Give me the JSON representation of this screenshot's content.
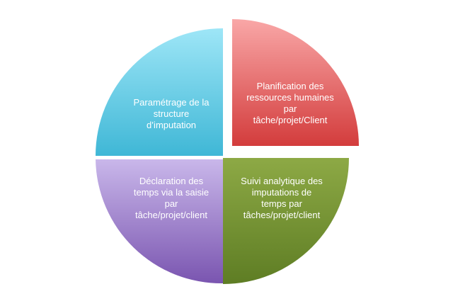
{
  "diagram": {
    "quadrants": [
      {
        "id": "top-left",
        "text": "Paramétrage de la\nstructure\nd’imputation",
        "color": "#5BC8E3"
      },
      {
        "id": "top-right",
        "text": "Planification des\nressources humaines\npar\ntâche/projet/Client",
        "color": "#E05757"
      },
      {
        "id": "bottom-left",
        "text": "Déclaration des\ntemps via la saisie\npar\ntâche/projet/client",
        "color": "#9C7FC2"
      },
      {
        "id": "bottom-right",
        "text": "Suivi analytique des\nimputations de\ntemps par\ntâches/projet/client",
        "color": "#7D9A3A"
      }
    ]
  }
}
